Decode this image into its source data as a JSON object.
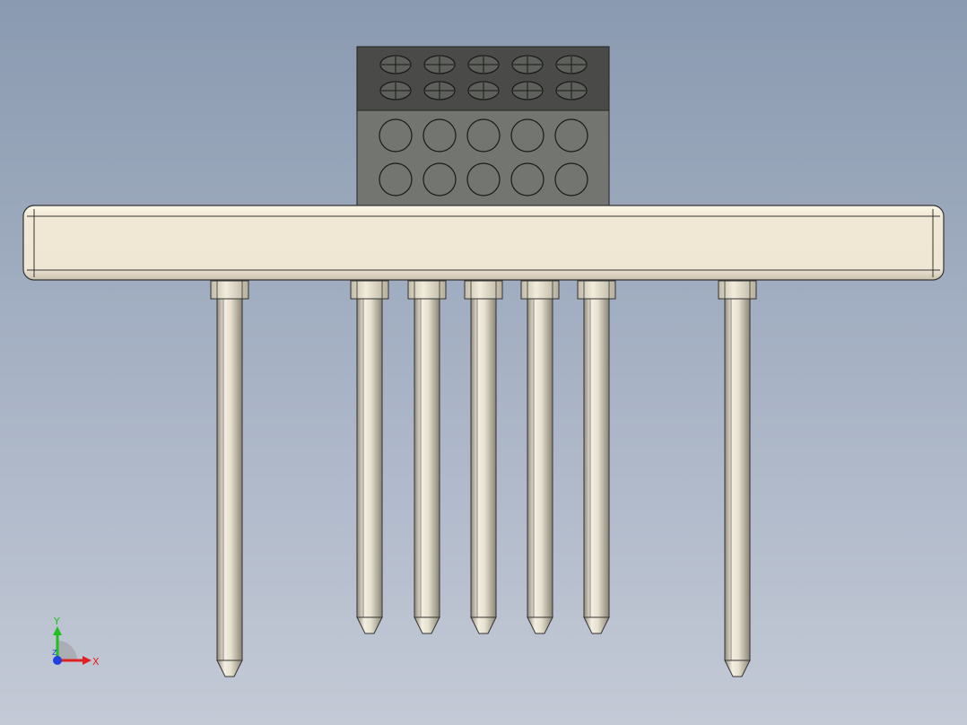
{
  "viewport": {
    "background_top": "#8a9ab0",
    "background_bottom": "#c4cad6"
  },
  "model": {
    "body_color": "#f0e8d4",
    "housing_dark": "#4a4b48",
    "housing_mid": "#737670",
    "pin_color": "#e6e0cf",
    "terminal_holes": {
      "rows": 2,
      "cols": 5
    },
    "contact_holes": {
      "rows": 2,
      "cols": 5
    },
    "pins": {
      "long": 2,
      "short": 5
    }
  },
  "triad": {
    "x_label": "X",
    "y_label": "Y",
    "z_label": "Z",
    "x_color": "#e02020",
    "y_color": "#20c020",
    "z_color": "#2040e0"
  }
}
